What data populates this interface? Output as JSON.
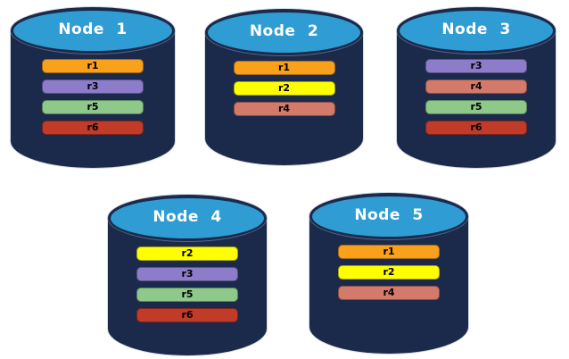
{
  "diagram": {
    "description": "Five database nodes with replicated partitions",
    "nodes": [
      {
        "label": "Node 1",
        "replicas": [
          "r1",
          "r3",
          "r5",
          "r6"
        ]
      },
      {
        "label": "Node 2",
        "replicas": [
          "r1",
          "r2",
          "r4"
        ]
      },
      {
        "label": "Node 3",
        "replicas": [
          "r3",
          "r4",
          "r5",
          "r6"
        ]
      },
      {
        "label": "Node 4",
        "replicas": [
          "r2",
          "r3",
          "r5",
          "r6"
        ]
      },
      {
        "label": "Node 5",
        "replicas": [
          "r1",
          "r2",
          "r4"
        ]
      }
    ],
    "replica_colors": {
      "r1": "#F9A11B",
      "r2": "#FFFF00",
      "r3": "#8D7CC9",
      "r4": "#D37A6A",
      "r5": "#8FC98A",
      "r6": "#C23A28"
    },
    "colors": {
      "cylinder_body": "#1B2A4A",
      "cylinder_top": "#2F9CD4",
      "title_text": "#FFFFFF",
      "bar_text": "#000000",
      "background": "#FFFFFF"
    }
  }
}
